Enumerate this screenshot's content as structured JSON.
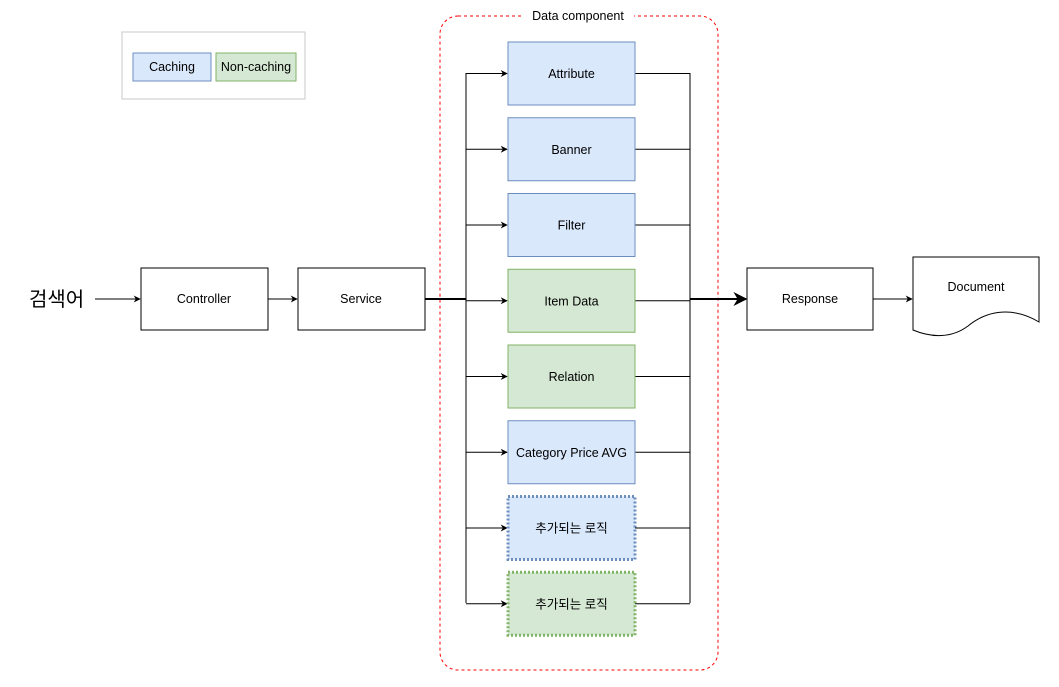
{
  "input_label": "검색어",
  "legend": {
    "caching": "Caching",
    "non_caching": "Non-caching"
  },
  "container": {
    "title": "Data component"
  },
  "nodes": {
    "controller": "Controller",
    "service": "Service",
    "response": "Response",
    "document": "Document"
  },
  "components": [
    {
      "label": "Attribute",
      "type": "caching",
      "planned": false
    },
    {
      "label": "Banner",
      "type": "caching",
      "planned": false
    },
    {
      "label": "Filter",
      "type": "caching",
      "planned": false
    },
    {
      "label": "Item Data",
      "type": "non-caching",
      "planned": false
    },
    {
      "label": "Relation",
      "type": "non-caching",
      "planned": false
    },
    {
      "label": "Category Price AVG",
      "type": "caching",
      "planned": false
    },
    {
      "label": "추가되는 로직",
      "type": "caching",
      "planned": true
    },
    {
      "label": "추가되는 로직",
      "type": "non-caching",
      "planned": true
    }
  ],
  "colors": {
    "caching_fill": "#dae8fc",
    "caching_stroke": "#6c8ebf",
    "non_caching_fill": "#d5e8d4",
    "non_caching_stroke": "#82b366",
    "container_stroke": "#ff0000",
    "line": "#000000"
  }
}
